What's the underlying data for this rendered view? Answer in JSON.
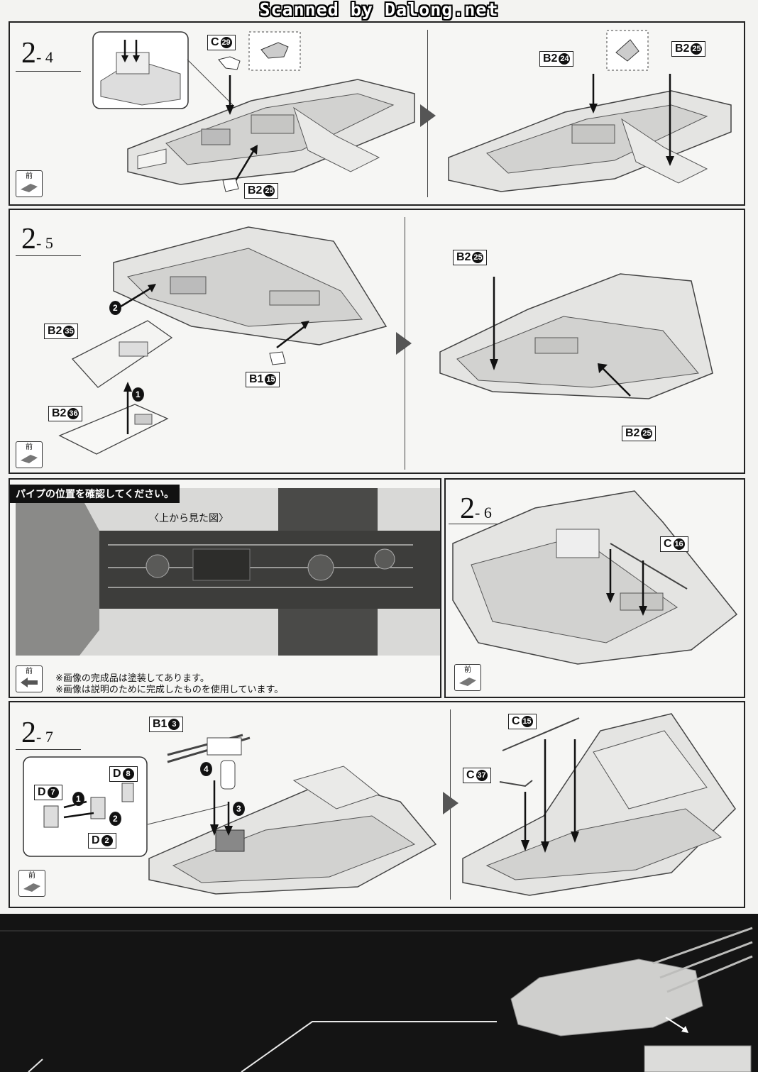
{
  "watermark": "Scanned by Dalong.net",
  "front_label": "前",
  "steps": {
    "s24": {
      "main": "2",
      "sub": "- 4"
    },
    "s25": {
      "main": "2",
      "sub": "- 5"
    },
    "s26": {
      "main": "2",
      "sub": "- 6"
    },
    "s27": {
      "main": "2",
      "sub": "- 7"
    }
  },
  "parts": {
    "c29": {
      "runner": "C",
      "num": "29"
    },
    "b2_25": {
      "runner": "B2",
      "num": "25"
    },
    "b2_24": {
      "runner": "B2",
      "num": "24"
    },
    "b2_35": {
      "runner": "B2",
      "num": "35"
    },
    "b2_36": {
      "runner": "B2",
      "num": "36"
    },
    "b1_15": {
      "runner": "B1",
      "num": "15"
    },
    "c16": {
      "runner": "C",
      "num": "16"
    },
    "b1_3": {
      "runner": "B1",
      "num": "3"
    },
    "d8": {
      "runner": "D",
      "num": "8"
    },
    "d7": {
      "runner": "D",
      "num": "7"
    },
    "d2": {
      "runner": "D",
      "num": "2"
    },
    "c15": {
      "runner": "C",
      "num": "15"
    },
    "c37": {
      "runner": "C",
      "num": "37"
    }
  },
  "photo_note": {
    "header": "パイプの位置を確認してください。",
    "caption": "〈上から見た図〉",
    "note1": "※画像の完成品は塗装してあります。",
    "note2": "※画像は説明のために完成したものを使用しています。"
  },
  "order_marks": [
    "1",
    "2",
    "3",
    "4"
  ]
}
